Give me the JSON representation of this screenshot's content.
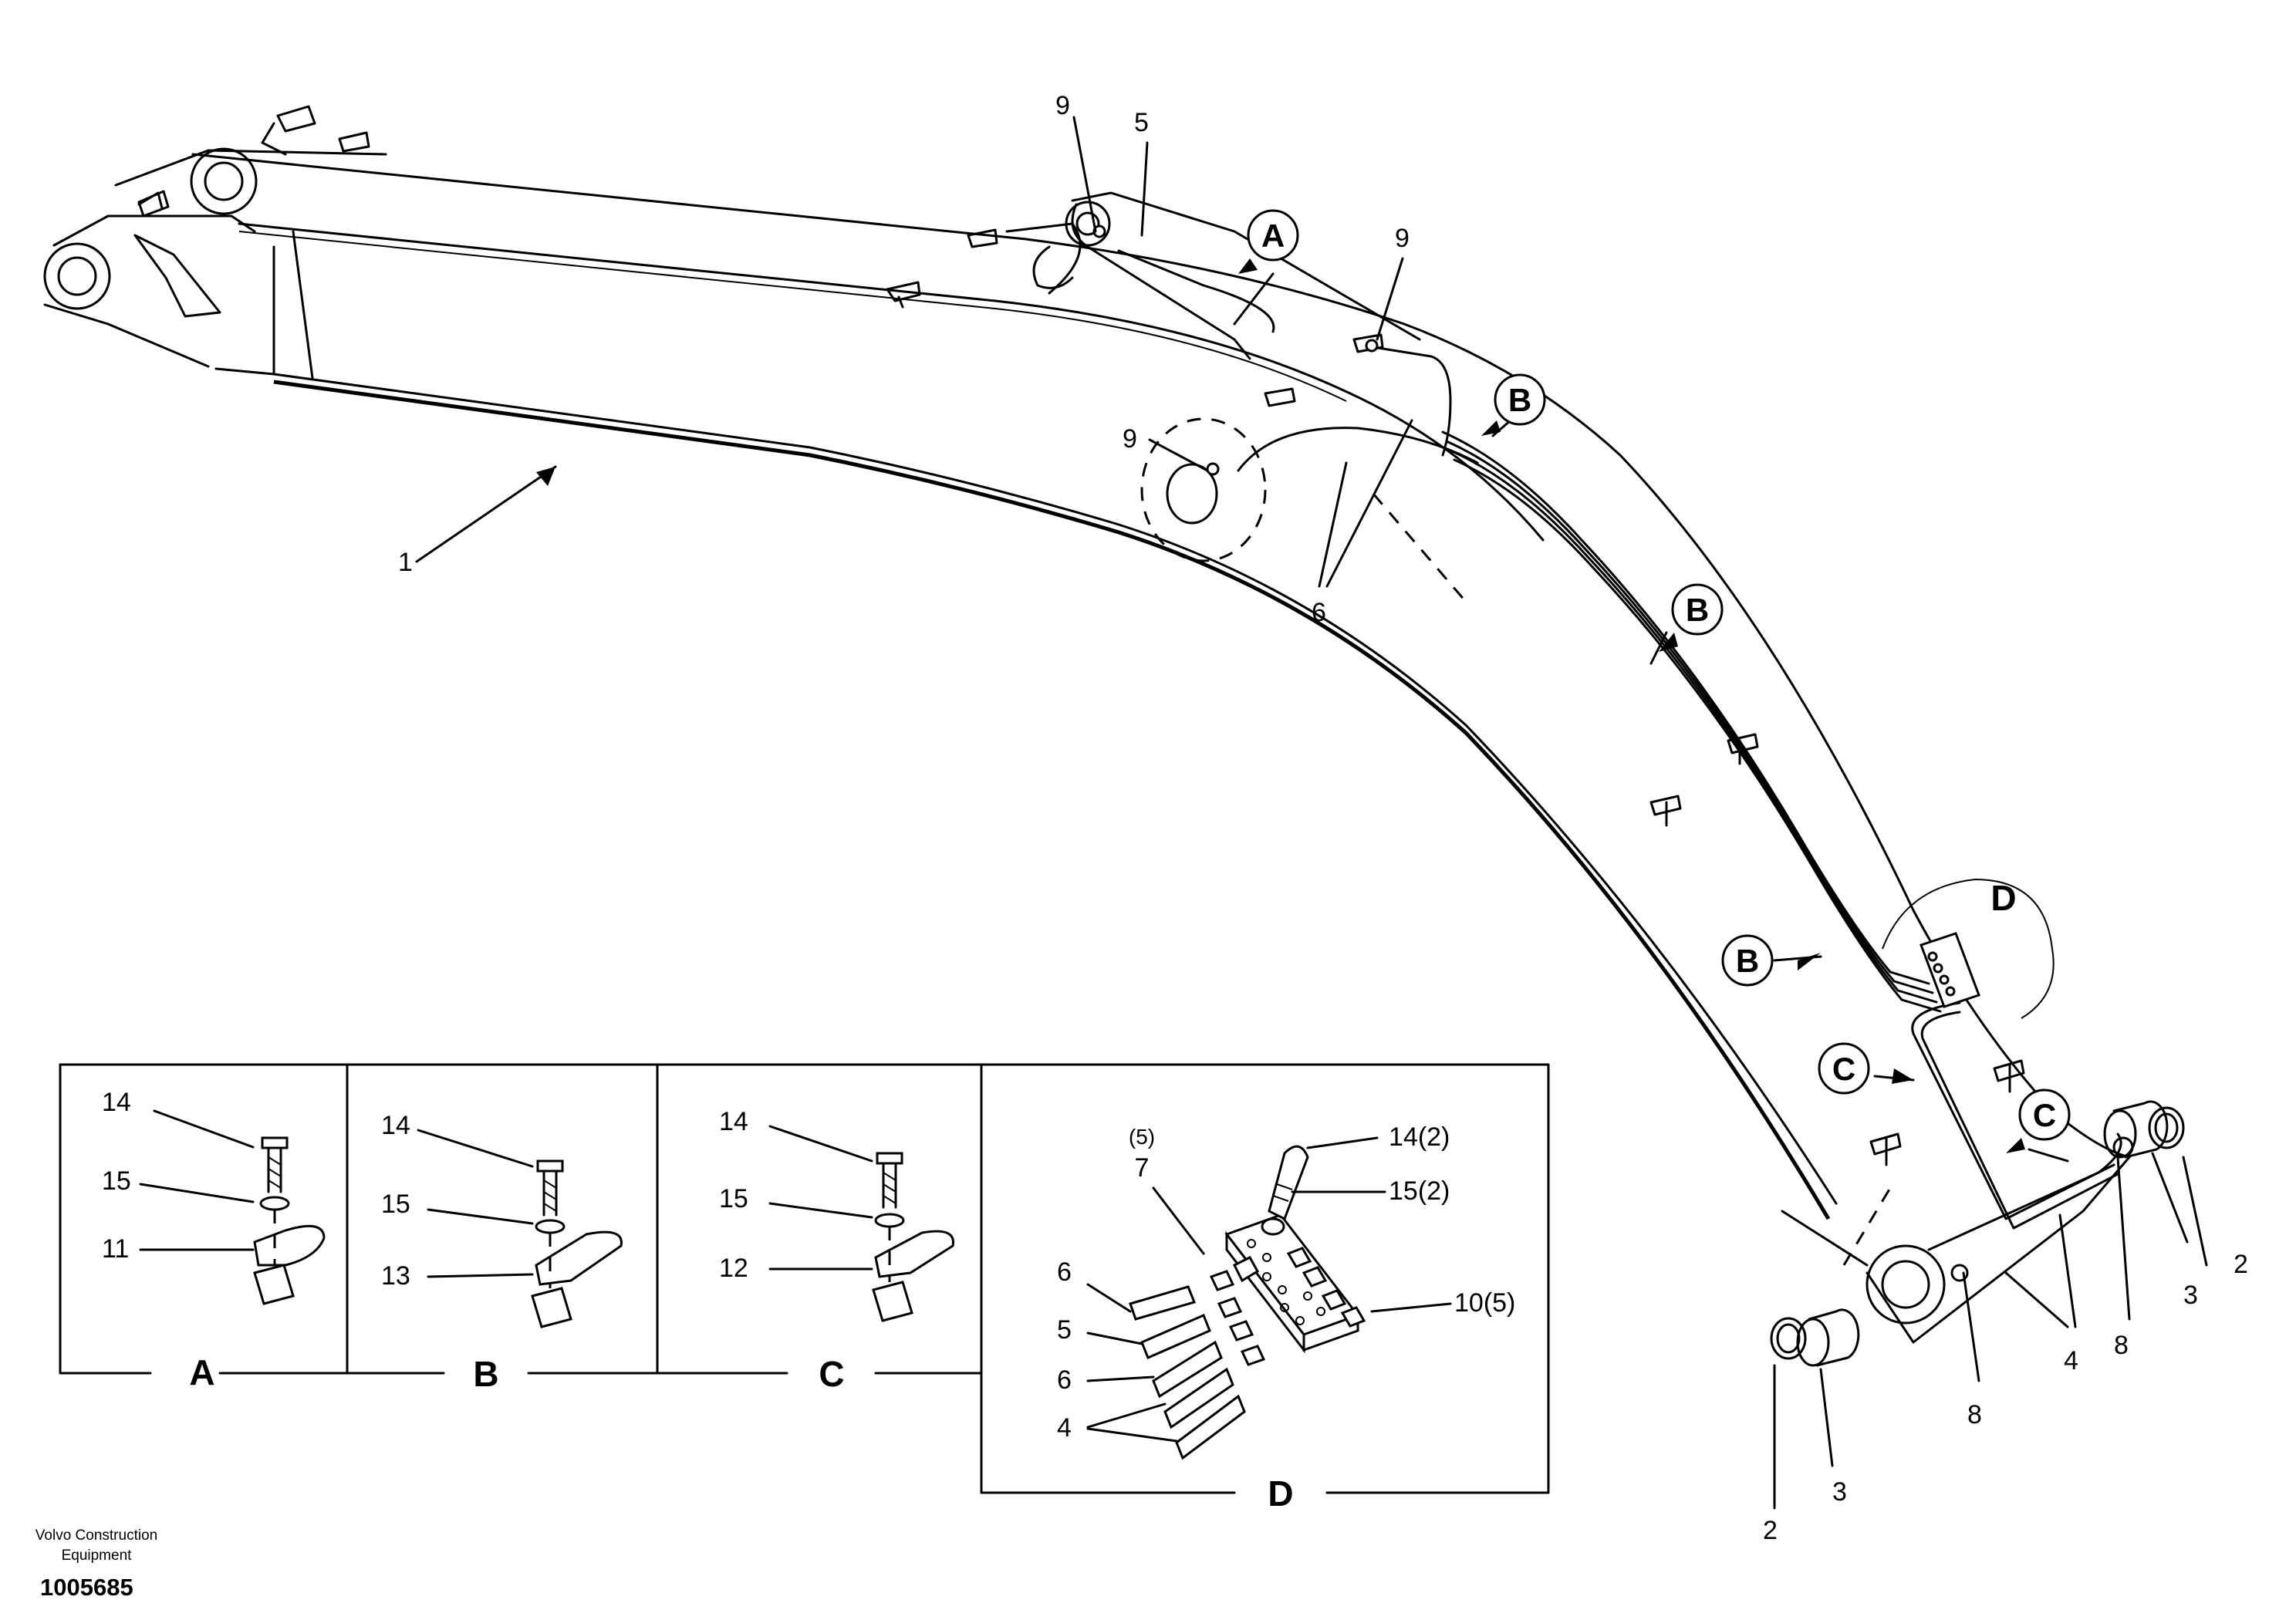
{
  "callouts": {
    "p1": "1",
    "p2a": "2",
    "p2b": "2",
    "p3a": "3",
    "p3b": "3",
    "p4": "4",
    "p5": "5",
    "p6": "6",
    "p8a": "8",
    "p8b": "8",
    "p9a": "9",
    "p9b": "9",
    "p9c": "9"
  },
  "markers": {
    "a": "A",
    "b1": "B",
    "b2": "B",
    "b3": "B",
    "c1": "C",
    "c2": "C",
    "d": "D"
  },
  "detail_a": {
    "caption": "A",
    "l14": "14",
    "l15": "15",
    "l11": "11"
  },
  "detail_b": {
    "caption": "B",
    "l14": "14",
    "l15": "15",
    "l13": "13"
  },
  "detail_c": {
    "caption": "C",
    "l14": "14",
    "l15": "15",
    "l12": "12"
  },
  "detail_d": {
    "caption": "D",
    "l7_qty": "(5)",
    "l7": "7",
    "l14": "14(2)",
    "l15": "15(2)",
    "l10": "10(5)",
    "l6a": "6",
    "l5": "5",
    "l6b": "6",
    "l4": "4"
  },
  "footer": {
    "manufacturer_line1": "Volvo Construction",
    "manufacturer_line2": "Equipment",
    "document_number": "1005685"
  }
}
